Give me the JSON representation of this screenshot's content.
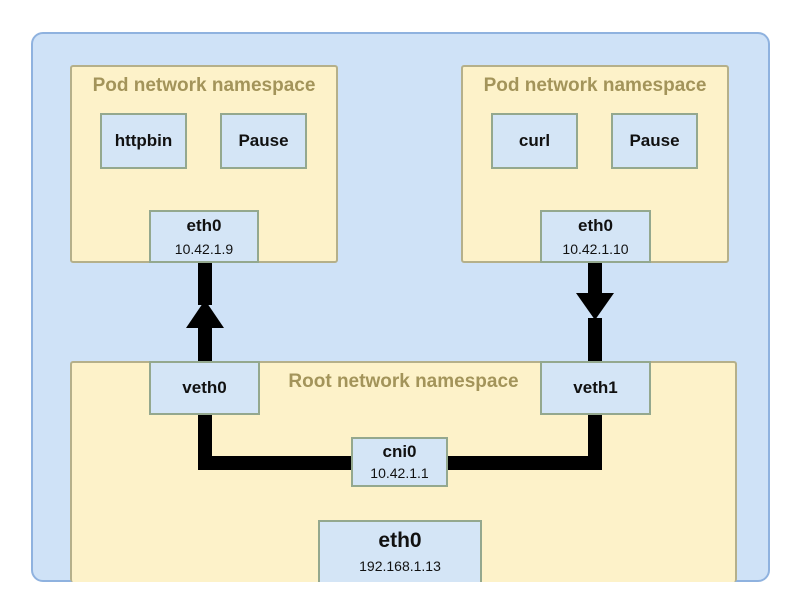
{
  "pod_left": {
    "title": "Pod network namespace",
    "containers": [
      "httpbin",
      "Pause"
    ],
    "eth": {
      "name": "eth0",
      "ip": "10.42.1.9"
    }
  },
  "pod_right": {
    "title": "Pod network namespace",
    "containers": [
      "curl",
      "Pause"
    ],
    "eth": {
      "name": "eth0",
      "ip": "10.42.1.10"
    }
  },
  "root": {
    "title": "Root network namespace",
    "veth_left": "veth0",
    "veth_right": "veth1",
    "bridge": {
      "name": "cni0",
      "ip": "10.42.1.1"
    },
    "eth": {
      "name": "eth0",
      "ip": "192.168.1.13"
    }
  },
  "colors": {
    "host_bg": "#cfe2f7",
    "namespace_bg": "#fdf2c9",
    "box_bg": "#d4e5f6",
    "title_text": "#a3945a",
    "link": "#000000"
  },
  "links": [
    {
      "from": "veth0",
      "to": "eth0 (10.42.1.9)",
      "direction": "up"
    },
    {
      "from": "eth0 (10.42.1.10)",
      "to": "veth1",
      "direction": "down"
    },
    {
      "from": "veth0",
      "to": "cni0",
      "direction": "none"
    },
    {
      "from": "veth1",
      "to": "cni0",
      "direction": "none"
    }
  ]
}
